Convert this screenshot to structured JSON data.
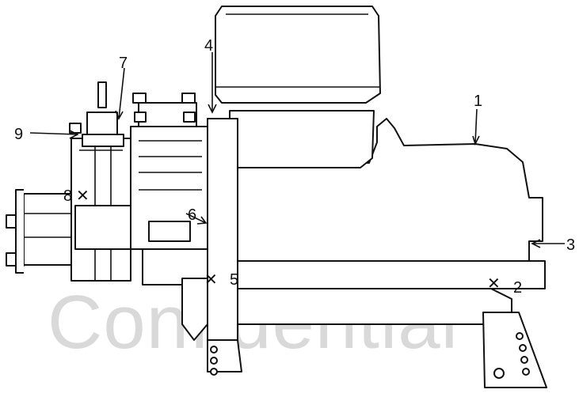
{
  "watermark": "Confidential",
  "callouts": {
    "c1": "1",
    "c2": "2",
    "c3": "3",
    "c4": "4",
    "c5": "5",
    "c6": "6",
    "c7": "7",
    "c8": "8",
    "c9": "9"
  },
  "markers": {
    "x_glyph": "✕"
  },
  "colors": {
    "stroke": "#111111",
    "watermark": "#d9d9d9"
  }
}
